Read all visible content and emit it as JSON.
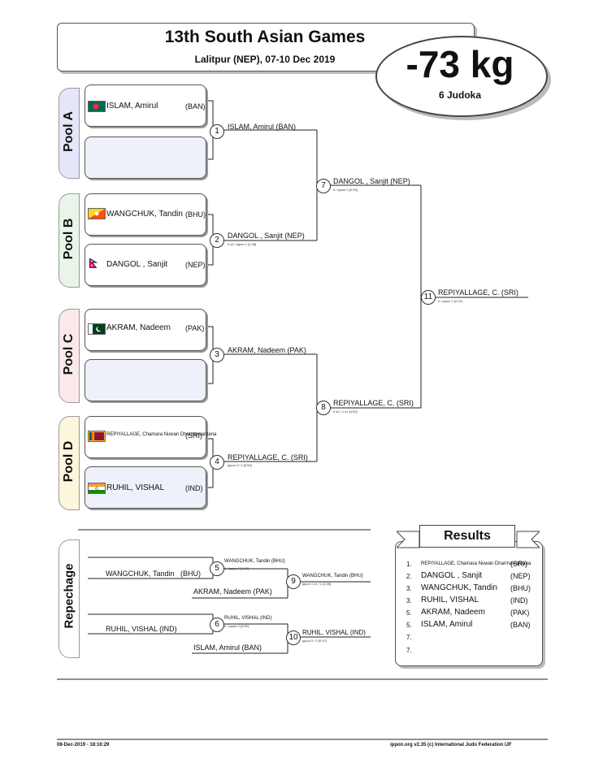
{
  "header": {
    "title": "13th South Asian Games",
    "subtitle": "Lalitpur (NEP), 07-10 Dec 2019",
    "weight": "-73 kg",
    "count": "6 Judoka"
  },
  "pools": [
    "Pool A",
    "Pool B",
    "Pool C",
    "Pool D"
  ],
  "competitors": [
    {
      "name": "ISLAM, Amirul",
      "nat": "(BAN)",
      "flag": "bangladesh-flag-icon"
    },
    {
      "name": "WANGCHUK, Tandin",
      "nat": "(BHU)",
      "flag": "bhutan-flag-icon"
    },
    {
      "name": "DANGOL , Sanjit",
      "nat": "(NEP)",
      "flag": "nepal-flag-icon"
    },
    {
      "name": "AKRAM, Nadeem",
      "nat": "(PAK)",
      "flag": "pakistan-flag-icon"
    },
    {
      "name": "REPIYALLAGE, Chamara Nuwan Dharmawardana",
      "nat": "(SRI)",
      "flag": "sri-lanka-flag-icon"
    },
    {
      "name": "RUHIL, VISHAL",
      "nat": "(IND)",
      "flag": "india-flag-icon"
    }
  ],
  "contests": [
    {
      "num": "1",
      "winner": "ISLAM, Amirul  (BAN)",
      "score": ""
    },
    {
      "num": "2",
      "winner": "DANGOL , Sanjit  (NEP)",
      "score": "0 s3 / ippon 1  [2:26]"
    },
    {
      "num": "3",
      "winner": "AKRAM, Nadeem  (PAK)",
      "score": ""
    },
    {
      "num": "4",
      "winner": "REPIYALLAGE, C.  (SRI)",
      "score": "ippon 0 / 0  [0:52]"
    },
    {
      "num": "7",
      "winner": "DANGOL , Sanjit  (NEP)",
      "score": "0 / ippon 0  [0:33]"
    },
    {
      "num": "8",
      "winner": "REPIYALLAGE, C.  (SRI)",
      "score": "0 s2 / 1 s1  [4:00]"
    },
    {
      "num": "11",
      "winner": "REPIYALLAGE, C.  (SRI)",
      "score": "0 / ippon 1  [2:02]"
    }
  ],
  "repechage": {
    "label": "Repechage",
    "contests": [
      {
        "num": "5",
        "entrant_top": "WANGCHUK, Tandin  (BHU)",
        "winner": "WANGCHUK, Tandin  (BHU)",
        "score": "0 / ippon 0  [4:00]"
      },
      {
        "num": "9",
        "entrant_top": "AKRAM, Nadeem  (PAK)",
        "winner": "WANGCHUK, Tandin  (BHU)",
        "score": "ippon 1 s1 / 1  [2:26]"
      },
      {
        "num": "6",
        "entrant_top": "RUHIL, VISHAL  (IND)",
        "winner": "RUHIL, VISHAL  (IND)",
        "score": "0 / ippon 0  [4:00]"
      },
      {
        "num": "10",
        "entrant_top": "ISLAM, Amirul  (BAN)",
        "winner": "RUHIL, VISHAL  (IND)",
        "score": "ippon 0 / 0  [0:37]"
      }
    ]
  },
  "results": {
    "title": "Results",
    "rows": [
      {
        "rank": "1.",
        "name": "REPIYALLAGE, Chamara Nuwan Dharmawardana",
        "nat": "(SRI)"
      },
      {
        "rank": "2.",
        "name": "DANGOL , Sanjit",
        "nat": "(NEP)"
      },
      {
        "rank": "3.",
        "name": "WANGCHUK, Tandin",
        "nat": "(BHU)"
      },
      {
        "rank": "3.",
        "name": "RUHIL, VISHAL",
        "nat": "(IND)"
      },
      {
        "rank": "5.",
        "name": "AKRAM, Nadeem",
        "nat": "(PAK)"
      },
      {
        "rank": "5.",
        "name": "ISLAM, Amirul",
        "nat": "(BAN)"
      },
      {
        "rank": "7.",
        "name": "",
        "nat": ""
      },
      {
        "rank": "7.",
        "name": "",
        "nat": ""
      }
    ]
  },
  "footer": {
    "left": "08-Dec-2019 - 18:16:29",
    "right": "ippon.org v2.35  (c) International Judo Federation IJF"
  },
  "colors": {
    "poolA": "#e6e6fa",
    "poolB": "#e8f5e8",
    "poolC": "#fbe8ea",
    "poolD": "#fbf6dc",
    "emptyBox": "#eef0fa"
  }
}
